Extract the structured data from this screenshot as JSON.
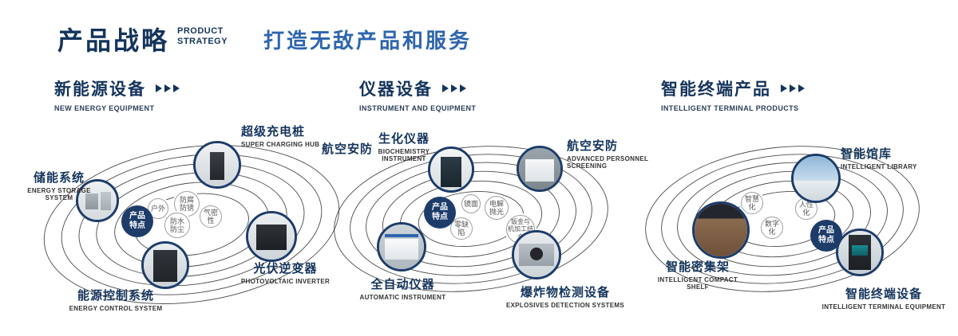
{
  "header": {
    "title": "产品战略",
    "subtitle": "PRODUCT\nSTRATEGY",
    "slogan": "打造无敌产品和服务"
  },
  "accent_colors": {
    "navy": "#14345c",
    "blue": "#2e65ae"
  },
  "sections": [
    {
      "title": "新能源设备",
      "subtitle": "NEW ENERGY EQUIPMENT",
      "badge": "产品\n特点",
      "nodes": [
        {
          "label": "储能系统",
          "sublabel": "ENERGY STORAGE SYSTEM"
        },
        {
          "label": "超级充电桩",
          "sublabel": "SUPER CHARGING HUB"
        },
        {
          "label": "光伏逆变器",
          "sublabel": "PHOTOVOLTAIC INVERTER"
        },
        {
          "label": "能源控制系统",
          "sublabel": "ENERGY CONTROL SYSTEM"
        }
      ],
      "features": [
        "户外",
        "防腐\n防锈",
        "气密性",
        "防水\n防尘"
      ]
    },
    {
      "title": "仪器设备",
      "subtitle": "INSTRUMENT AND EQUIPMENT",
      "badge": "产品\n特点",
      "extra_label": "航空安防",
      "nodes": [
        {
          "label": "生化仪器",
          "sublabel": "BIOCHEMISTRY INSTRUMENT"
        },
        {
          "label": "航空安防",
          "sublabel": "ADVANCED PERSONNEL SCREENING"
        },
        {
          "label": "全自动仪器",
          "sublabel": "AUTOMATIC INSTRUMENT"
        },
        {
          "label": "爆炸物检测设备",
          "sublabel": "EXPLOSIVES DETECTION SYSTEMS"
        }
      ],
      "features": [
        "镜面",
        "电解\n抛光",
        "零缺陷",
        "钣金与\n机加工结合"
      ]
    },
    {
      "title": "智能终端产品",
      "subtitle": "INTELLIGENT TERMINAL PRODUCTS",
      "badge": "产品\n特点",
      "nodes": [
        {
          "label": "智能馆库",
          "sublabel": "INTELLIGENT LIBRARY"
        },
        {
          "label": "智能密集架",
          "sublabel": "INTELLIGENT COMPACT SHELF"
        },
        {
          "label": "智能终端设备",
          "sublabel": "INTELLIGENT TERMINAL EQUIPMENT"
        }
      ],
      "features": [
        "智慧化",
        "人性化",
        "数字化"
      ]
    }
  ]
}
